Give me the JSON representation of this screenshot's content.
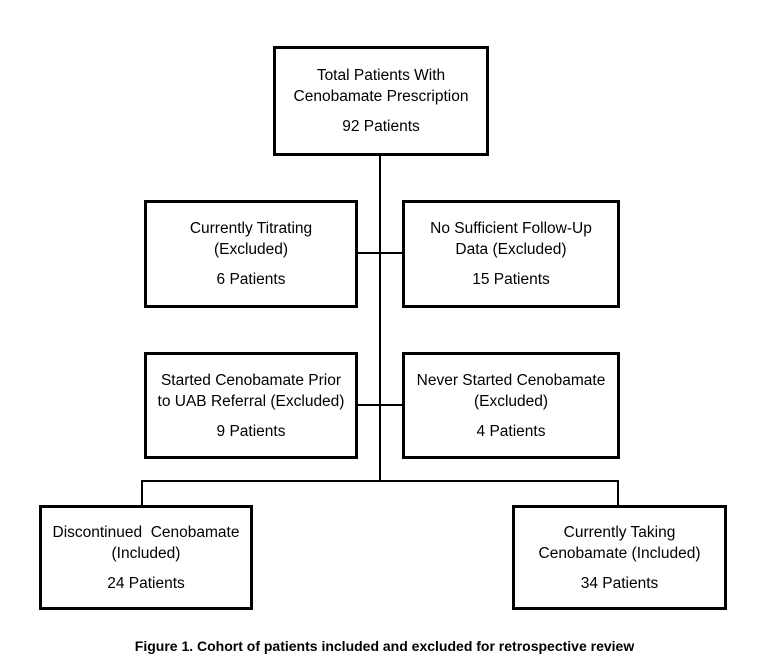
{
  "figure": {
    "caption": "Figure 1. Cohort of patients included and excluded for retrospective review"
  },
  "colors": {
    "background": "#ffffff",
    "line": "#000000",
    "text": "#000000"
  },
  "nodes": {
    "total": {
      "lines": [
        "Total Patients With",
        "Cenobamate Prescription"
      ],
      "count": "92 Patients"
    },
    "titrating": {
      "lines": [
        "Currently Titrating",
        "(Excluded)"
      ],
      "count": "6 Patients"
    },
    "followup": {
      "lines": [
        "No Sufficient Follow-Up",
        "Data (Excluded)"
      ],
      "count": "15 Patients"
    },
    "prior": {
      "lines": [
        "Started Cenobamate Prior",
        "to UAB Referral (Excluded)"
      ],
      "count": "9 Patients"
    },
    "never": {
      "lines": [
        "Never Started Cenobamate",
        "(Excluded)"
      ],
      "count": "4 Patients"
    },
    "discontinued": {
      "lines": [
        "Discontinued  Cenobamate",
        "(Included)"
      ],
      "count": "24 Patients"
    },
    "taking": {
      "lines": [
        "Currently Taking",
        "Cenobamate (Included)"
      ],
      "count": "34 Patients"
    }
  }
}
